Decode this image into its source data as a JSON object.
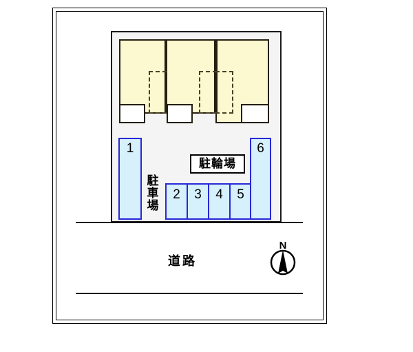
{
  "plan": {
    "title": "parking site plan",
    "colors": {
      "building_fill": "#fcf8cf",
      "stall_fill": "#d6f0fc",
      "stall_border": "#2828d8",
      "site_fill": "#f4f4f4",
      "outline": "#000000"
    }
  },
  "parking_stalls": [
    {
      "id": "1",
      "label": "1"
    },
    {
      "id": "2",
      "label": "2"
    },
    {
      "id": "3",
      "label": "3"
    },
    {
      "id": "4",
      "label": "4"
    },
    {
      "id": "5",
      "label": "5"
    },
    {
      "id": "6",
      "label": "6"
    }
  ],
  "labels": {
    "car_park": {
      "full": "駐車場",
      "chars": [
        "駐",
        "車",
        "場"
      ]
    },
    "bicycle_park": "駐輪場",
    "road": "道路"
  },
  "compass": {
    "north_letter": "N"
  }
}
